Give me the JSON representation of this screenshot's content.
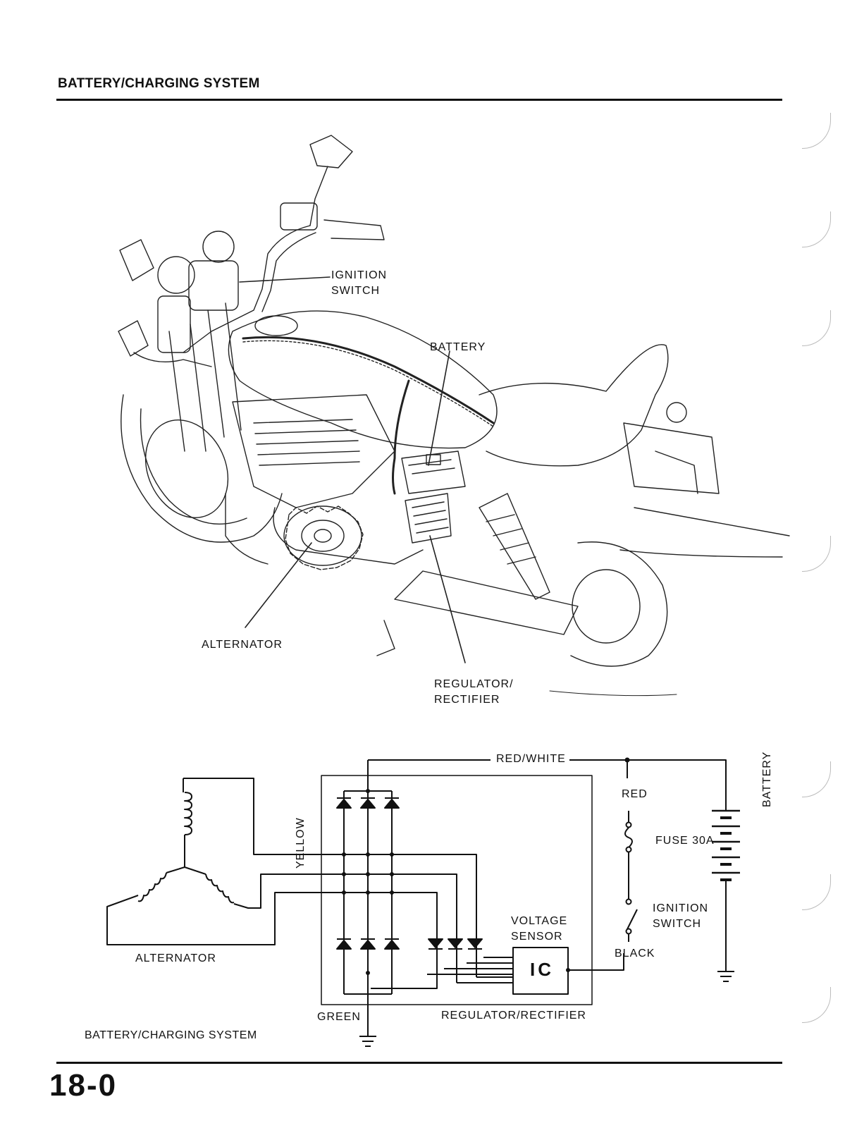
{
  "header": {
    "title": "BATTERY/CHARGING SYSTEM"
  },
  "illustration": {
    "labels": {
      "ignition_switch": [
        "IGNITION",
        "SWITCH"
      ],
      "battery": "BATTERY",
      "alternator": "ALTERNATOR",
      "regulator": [
        "REGULATOR/",
        "RECTIFIER"
      ]
    }
  },
  "schematic": {
    "wire_red_white": "RED/WHITE",
    "wire_red": "RED",
    "wire_yellow": "YELLOW",
    "wire_green": "GREEN",
    "wire_black": "BLACK",
    "fuse": "FUSE 30A",
    "battery": "BATTERY",
    "ignition_switch": [
      "IGNITION",
      "SWITCH"
    ],
    "voltage_sensor": [
      "VOLTAGE",
      "SENSOR"
    ],
    "ic": "IC",
    "alternator": "ALTERNATOR",
    "regulator_rectifier": "REGULATOR/RECTIFIER",
    "caption": "BATTERY/CHARGING SYSTEM"
  },
  "footer": {
    "page_number": "18-0"
  }
}
